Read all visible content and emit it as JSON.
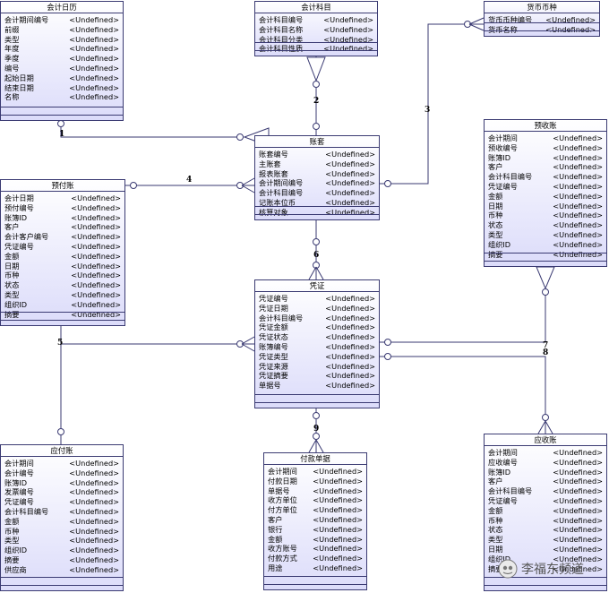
{
  "entities": {
    "kuaijirili": {
      "title": "会计日历",
      "attrs": [
        [
          "会计期间编号",
          "<Undefined>"
        ],
        [
          "前缀",
          "<Undefined>"
        ],
        [
          "类型",
          "<Undefined>"
        ],
        [
          "年度",
          "<Undefined>"
        ],
        [
          "季度",
          "<Undefined>"
        ],
        [
          "编号",
          "<Undefined>"
        ],
        [
          "起始日期",
          "<Undefined>"
        ],
        [
          "结束日期",
          "<Undefined>"
        ],
        [
          "名称",
          "<Undefined>"
        ]
      ]
    },
    "kuaijikemu": {
      "title": "会计科目",
      "attrs": [
        [
          "会计科目编号",
          "<Undefined>"
        ],
        [
          "会计科目名称",
          "<Undefined>"
        ],
        [
          "会计科目分类",
          "<Undefined>"
        ],
        [
          "会计科目性质",
          "<Undefined>"
        ]
      ]
    },
    "huobibizhong": {
      "title": "货币币种",
      "attrs": [
        [
          "货币币种编号",
          "<Undefined>"
        ],
        [
          "货币名称",
          "<Undefined>"
        ]
      ]
    },
    "zhangtao": {
      "title": "账套",
      "attrs": [
        [
          "账套编号",
          "<Undefined>"
        ],
        [
          "主账套",
          "<Undefined>"
        ],
        [
          "报表账套",
          "<Undefined>"
        ],
        [
          "会计期间编号",
          "<Undefined>"
        ],
        [
          "会计科目编号",
          "<Undefined>"
        ],
        [
          "记账本位币",
          "<Undefined>"
        ],
        [
          "核算对象",
          "<Undefined>"
        ]
      ]
    },
    "yufuzhang": {
      "title": "预付账",
      "attrs": [
        [
          "会计日期",
          "<Undefined>"
        ],
        [
          "预付编号",
          "<Undefined>"
        ],
        [
          "账簿ID",
          "<Undefined>"
        ],
        [
          "客户",
          "<Undefined>"
        ],
        [
          "会计客户编号",
          "<Undefined>"
        ],
        [
          "凭证编号",
          "<Undefined>"
        ],
        [
          "金额",
          "<Undefined>"
        ],
        [
          "日期",
          "<Undefined>"
        ],
        [
          "币种",
          "<Undefined>"
        ],
        [
          "状态",
          "<Undefined>"
        ],
        [
          "类型",
          "<Undefined>"
        ],
        [
          "组织ID",
          "<Undefined>"
        ],
        [
          "摘要",
          "<Undefined>"
        ]
      ]
    },
    "yushouzhang": {
      "title": "预收账",
      "attrs": [
        [
          "会计期间",
          "<Undefined>"
        ],
        [
          "预收编号",
          "<Undefined>"
        ],
        [
          "账簿ID",
          "<Undefined>"
        ],
        [
          "客户",
          "<Undefined>"
        ],
        [
          "会计科目编号",
          "<Undefined>"
        ],
        [
          "凭证编号",
          "<Undefined>"
        ],
        [
          "金额",
          "<Undefined>"
        ],
        [
          "日期",
          "<Undefined>"
        ],
        [
          "币种",
          "<Undefined>"
        ],
        [
          "状态",
          "<Undefined>"
        ],
        [
          "类型",
          "<Undefined>"
        ],
        [
          "组织ID",
          "<Undefined>"
        ],
        [
          "摘要",
          "<Undefined>"
        ]
      ]
    },
    "pingzheng": {
      "title": "凭证",
      "attrs": [
        [
          "凭证编号",
          "<Undefined>"
        ],
        [
          "凭证日期",
          "<Undefined>"
        ],
        [
          "会计科目编号",
          "<Undefined>"
        ],
        [
          "凭证金额",
          "<Undefined>"
        ],
        [
          "凭证状态",
          "<Undefined>"
        ],
        [
          "账簿编号",
          "<Undefined>"
        ],
        [
          "凭证类型",
          "<Undefined>"
        ],
        [
          "凭证来源",
          "<Undefined>"
        ],
        [
          "凭证摘要",
          "<Undefined>"
        ],
        [
          "单据号",
          "<Undefined>"
        ]
      ]
    },
    "yingfuzhang": {
      "title": "应付账",
      "attrs": [
        [
          "会计期间",
          "<Undefined>"
        ],
        [
          "会计编号",
          "<Undefined>"
        ],
        [
          "账簿ID",
          "<Undefined>"
        ],
        [
          "发票编号",
          "<Undefined>"
        ],
        [
          "凭证编号",
          "<Undefined>"
        ],
        [
          "会计科目编号",
          "<Undefined>"
        ],
        [
          "金额",
          "<Undefined>"
        ],
        [
          "币种",
          "<Undefined>"
        ],
        [
          "类型",
          "<Undefined>"
        ],
        [
          "组织ID",
          "<Undefined>"
        ],
        [
          "摘要",
          "<Undefined>"
        ],
        [
          "供应商",
          "<Undefined>"
        ]
      ]
    },
    "fukuandanju": {
      "title": "付款单据",
      "attrs": [
        [
          "会计期间",
          "<Undefined>"
        ],
        [
          "付款日期",
          "<Undefined>"
        ],
        [
          "单据号",
          "<Undefined>"
        ],
        [
          "收方单位",
          "<Undefined>"
        ],
        [
          "付方单位",
          "<Undefined>"
        ],
        [
          "客户",
          "<Undefined>"
        ],
        [
          "银行",
          "<Undefined>"
        ],
        [
          "金额",
          "<Undefined>"
        ],
        [
          "收方账号",
          "<Undefined>"
        ],
        [
          "付款方式",
          "<Undefined>"
        ],
        [
          "用途",
          "<Undefined>"
        ]
      ]
    },
    "yingshouzhang": {
      "title": "应收账",
      "attrs": [
        [
          "会计期间",
          "<Undefined>"
        ],
        [
          "应收编号",
          "<Undefined>"
        ],
        [
          "账簿ID",
          "<Undefined>"
        ],
        [
          "客户",
          "<Undefined>"
        ],
        [
          "会计科目编号",
          "<Undefined>"
        ],
        [
          "凭证编号",
          "<Undefined>"
        ],
        [
          "金额",
          "<Undefined>"
        ],
        [
          "币种",
          "<Undefined>"
        ],
        [
          "状态",
          "<Undefined>"
        ],
        [
          "类型",
          "<Undefined>"
        ],
        [
          "日期",
          "<Undefined>"
        ],
        [
          "组织ID",
          "<Undefined>"
        ],
        [
          "摘要",
          "<Undefined>"
        ]
      ]
    }
  },
  "labels": {
    "r1": "1",
    "r2": "2",
    "r3": "3",
    "r4": "4",
    "r5": "5",
    "r6": "6",
    "r7": "7",
    "r8": "8",
    "r9": "9"
  },
  "watermark": "李福东频道",
  "colors": {
    "line": "#3a3a72",
    "fill_top": "#ffffff",
    "fill_bottom": "#dcdcfa"
  }
}
